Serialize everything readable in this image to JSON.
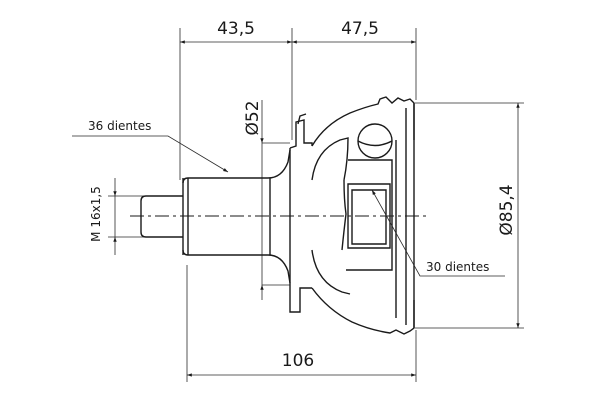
{
  "drawing": {
    "dims": {
      "shaft_length": "43,5",
      "housing_length": "47,5",
      "seat_diameter": "Ø52",
      "housing_diameter": "Ø85,4",
      "total_length": "106",
      "thread": "M 16x1,5"
    },
    "callouts": {
      "outer_spline": "36 dientes",
      "inner_spline": "30 dientes"
    }
  }
}
